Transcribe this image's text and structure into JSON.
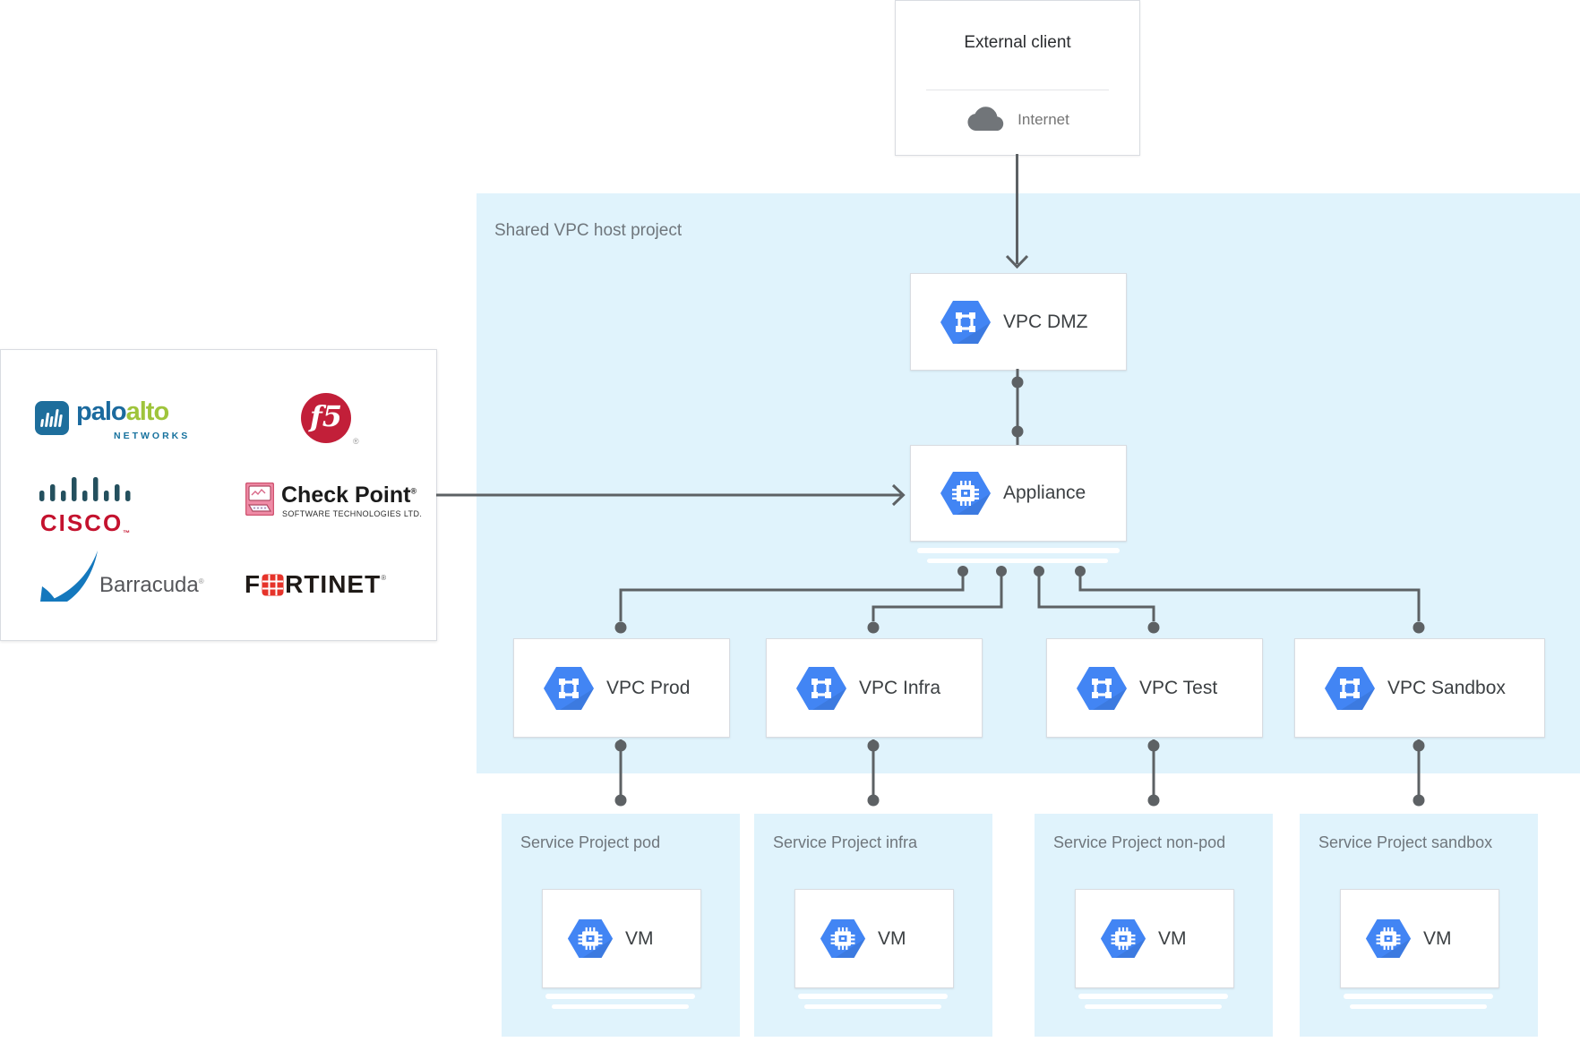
{
  "external_client": {
    "title": "External client",
    "network_label": "Internet"
  },
  "host_project": {
    "label": "Shared VPC host project"
  },
  "nodes": {
    "dmz": {
      "label": "VPC DMZ"
    },
    "appliance": {
      "label": "Appliance"
    },
    "prod": {
      "label": "VPC Prod"
    },
    "infra": {
      "label": "VPC Infra"
    },
    "test": {
      "label": "VPC Test"
    },
    "sandbox": {
      "label": "VPC Sandbox"
    }
  },
  "service_projects": [
    {
      "label": "Service Project pod",
      "vm_label": "VM"
    },
    {
      "label": "Service Project infra",
      "vm_label": "VM"
    },
    {
      "label": "Service Project non-pod",
      "vm_label": "VM"
    },
    {
      "label": "Service Project sandbox",
      "vm_label": "VM"
    }
  ],
  "vendors": {
    "palo_alto": {
      "word1": "palo",
      "word2": "alto",
      "subtitle": "NETWORKS"
    },
    "f5": {
      "label": "f5",
      "mark": "®"
    },
    "cisco": {
      "label": "CISCO",
      "mark": "™"
    },
    "check_point": {
      "label": "Check Point",
      "mark": "®",
      "subtitle": "SOFTWARE TECHNOLOGIES LTD."
    },
    "barracuda": {
      "label": "Barracuda",
      "mark": "®"
    },
    "fortinet": {
      "part1": "F",
      "part2": "RTINET",
      "mark": "®"
    }
  },
  "colors": {
    "project_bg": "#E0F3FC",
    "gcp_icon_blue": "#4285F4",
    "connector_gray": "#5d6164",
    "label_gray": "#6f767c",
    "node_text": "#3c4043",
    "palo_alto_blue": "#1b6a9e",
    "palo_alto_green": "#9fc43b",
    "f5_red": "#c21f39",
    "cisco_red": "#c4122e",
    "cisco_teal": "#24505e",
    "check_point_pink": "#ef8ba6",
    "barracuda_blue": "#1478bd",
    "fortinet_red": "#e6332a"
  }
}
